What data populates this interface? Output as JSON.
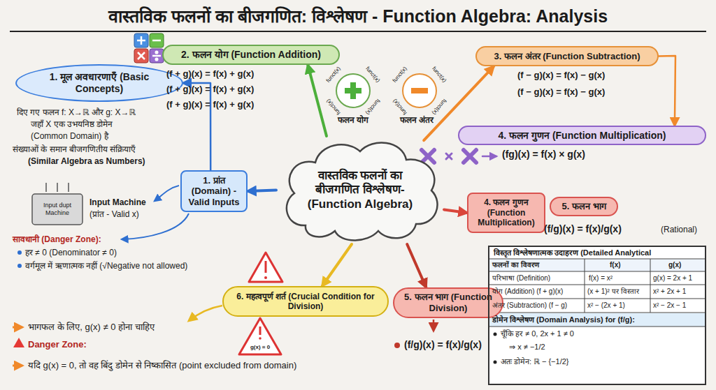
{
  "diagram": {
    "title": "वास्तविक फलनों का बीजगणित: विश्लेषण - Function Algebra: Analysis",
    "nodes": [
      {
        "text": [
          "वास्तविक फलनों का बीजगणित विश्लेषण- (Function Algebra)"
        ]
      },
      {
        "text": [
          "1. मूल अवधारणाएँ (Basic Concepts)"
        ]
      },
      {
        "text": [
          "1. प्रांत (Domain) - Valid Inputs"
        ]
      },
      {
        "text": [
          "2. फलन योग (Function Addition)"
        ]
      },
      {
        "text": [
          "3. फलन अंतर (Function Subtraction)"
        ]
      },
      {
        "text": [
          "4. फलन गुणन (Function Multiplication)"
        ]
      },
      {
        "text": [
          "4. फलन गुणन (Function Multiplication)"
        ]
      },
      {
        "text": [
          "5. फलन भाग"
        ]
      },
      {
        "text": [
          "5. फलन भाग (Function Division)"
        ]
      },
      {
        "text": [
          "6. महत्वपूर्ण शर्त (Crucial Condition for Division)"
        ]
      },
      {
        "text": [
          "विस्तृत विश्लेषणात्मक उदाहरण (Detailed Analytical"
        ]
      }
    ],
    "edges": [
      {
        "from": 0,
        "to": 2,
        "arrow": "to"
      },
      {
        "from": 2,
        "to": 1,
        "arrow": "to"
      },
      {
        "from": 0,
        "to": 3,
        "arrow": "to"
      },
      {
        "from": 0,
        "to": 4,
        "arrow": "to"
      },
      {
        "from": 4,
        "to": 5,
        "arrow": "to"
      },
      {
        "from": 0,
        "to": 6,
        "arrow": "to"
      },
      {
        "from": 0,
        "to": 8,
        "arrow": "to"
      },
      {
        "from": 0,
        "to": 9,
        "arrow": "to"
      }
    ],
    "labels": [
      "दिए गए फलन f: X→ℝ और g: X→ℝ",
      "जहाँ X एक उभयनिष्ठ डोमेन",
      "(Common Domain) है",
      "संख्याओं के समान बीजगणितीय संक्रियाएँ",
      "(Similar Algebra as Numbers)",
      "Input dupt Machine",
      "Input Machine",
      "(प्रांत - Valid x)",
      "सावधानी (Danger Zone):",
      "हर ≠ 0 (Denominator ≠ 0)",
      "वर्गमूल में ऋणात्मक नहीं (√Negative not allowed)",
      "(f + g)(x) = f(x) + g(x)",
      "(f + g)(x) = f(x) + g(x)",
      "(f + g)(x) = f(x) + g(x)",
      "funct(x)",
      "funct(x)",
      "funct(x)",
      "funct(x)",
      "फलन योग",
      "(f − g)(x) = f(x) − g(x)",
      "(f − g)(x) = f(x) − g(x)",
      "funct(x)",
      "funct(x)",
      "funct(x)",
      "funct(x)",
      "फलन अंतर",
      "(fg)(x) = f(x) × g(x)",
      "(f/g)(x) = f(x)/g(x)",
      "(Rational)",
      "(f/g)(x) = f(x)/g(x)",
      "g(x) = 0",
      "भागफल के लिए, g(x) ≠ 0 होना चाहिए",
      "Danger Zone:",
      "यदि g(x) = 0, तो वह बिंदु डोमेन से निष्कासित (point excluded from domain)",
      "फलनों का विवरण",
      "f(x)",
      "g(x)",
      "परिभाषा (Definition)",
      "f(x) = x²",
      "g(x) = 2x + 1",
      "योग (Addition) (f + g)(x)",
      "(x + 1)² पर विस्तार",
      "x² + 2x + 1",
      "अंतर (Subtraction) (f − g)",
      "x² − (2x + 1)",
      "x² − 2x − 1",
      "डोमेन विश्लेषण (Domain Analysis) for (f/g):",
      "चूँकि हर ≠ 0, 2x + 1 ≠ 0",
      "⇒ x ≠ −1/2",
      "अतः डोमेन: ℝ − {−1/2}"
    ]
  }
}
